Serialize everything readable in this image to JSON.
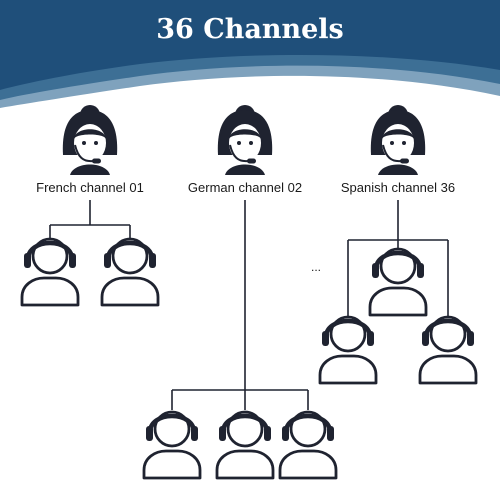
{
  "title": "36 Channels",
  "colors": {
    "header_dark": "#1f4f7a",
    "header_mid": "#3d6f95",
    "header_light": "#7fa2bd",
    "ink": "#1f2330"
  },
  "operators": [
    {
      "id": "french",
      "label": "French  channel 01",
      "icon": "headset-operator-icon"
    },
    {
      "id": "german",
      "label": "German channel 02",
      "icon": "headset-operator-icon"
    },
    {
      "id": "spanish",
      "label": "Spanish channel 36",
      "icon": "headset-operator-icon"
    }
  ],
  "ellipsis": "...",
  "listener_icon": "headphone-listener-icon"
}
